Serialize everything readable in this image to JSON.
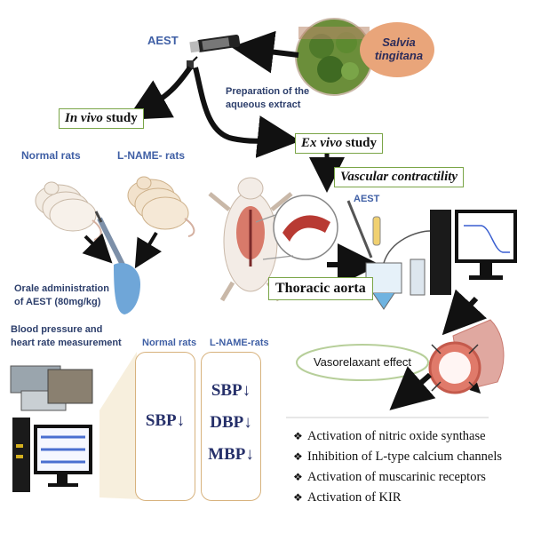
{
  "labels": {
    "aest_top": "AEST",
    "plant_name": "Salvia tingitana",
    "preparation": "Preparation of the aqueous extract",
    "in_vivo_italic": "In vivo",
    "in_vivo_rest": " study",
    "ex_vivo_italic": "Ex vivo",
    "ex_vivo_rest": " study",
    "vascular": "Vascular contractility",
    "normal_rats": "Normal rats",
    "lname_rats": "L-NAME- rats",
    "oral_admin": "Orale administration of AEST (80mg/kg)",
    "bp_measure": "Blood pressure and heart rate measurement",
    "aest_lab": "AEST",
    "thoracic_aorta": "Thoracic aorta",
    "vasorelaxant": "Vasorelaxant effect"
  },
  "results": {
    "normal_header": "Normal rats",
    "lname_header": "L-NAME-rats",
    "normal_params": [
      "SBP"
    ],
    "lname_params": [
      "SBP",
      "DBP",
      "MBP"
    ],
    "arrow": "↓"
  },
  "mechanisms": [
    "Activation of nitric oxide synthase",
    "Inhibition of L-type calcium channels",
    "Activation of muscarinic receptors",
    "Activation of KIR"
  ],
  "bullet_glyph": "❖",
  "colors": {
    "label_blue": "#3f5fa5",
    "box_border_green": "#7aa547",
    "panel_border": "#d7b27d",
    "result_text": "#26306a",
    "plant_badge": "#e9a57a",
    "aorta_red": "#c0392b"
  }
}
